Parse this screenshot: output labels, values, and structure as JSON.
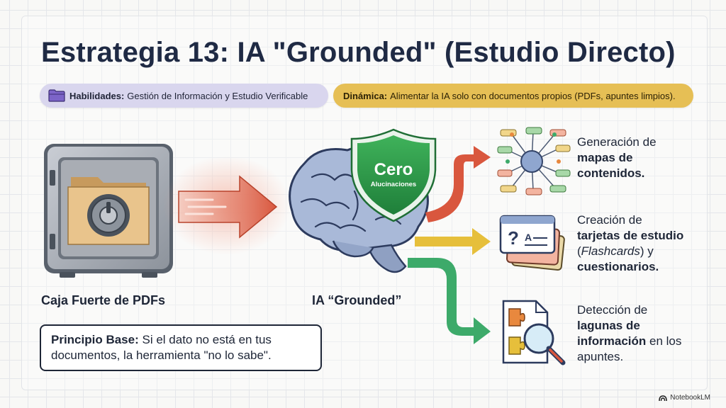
{
  "title": "Estrategia 13: IA \"Grounded\" (Estudio Directo)",
  "skills": {
    "label": "Habilidades:",
    "text": "Gestión de Información y Estudio Verificable"
  },
  "dynamic": {
    "label": "Dinámica:",
    "text": "Alimentar la IA solo con documentos propios (PDFs, apuntes limpios)."
  },
  "vault_label": "Caja Fuerte de PDFs",
  "ai_label": "IA “Grounded”",
  "shield": {
    "title": "Cero",
    "subtitle": "Alucinaciones"
  },
  "principle": {
    "label": "Principio Base:",
    "text": "Si el dato no está en tus documentos, la herramienta \"no lo sabe\"."
  },
  "outputs": [
    {
      "line1": "Generación de",
      "bold": "mapas de contenidos."
    },
    {
      "line1": "Creación de",
      "bold1": "tarjetas de estudio",
      "italic": "Flashcards",
      "after": " y",
      "bold2": "cuestionarios."
    },
    {
      "line1": "Detección de",
      "bold": "lagunas de información",
      "rest": " en los apuntes."
    }
  ],
  "brand": "NotebookLM",
  "colors": {
    "arrow_red": "#d9573e",
    "arrow_yellow": "#e6bf3b",
    "arrow_green": "#3daa6a",
    "shield_green": "#2c9b49"
  }
}
